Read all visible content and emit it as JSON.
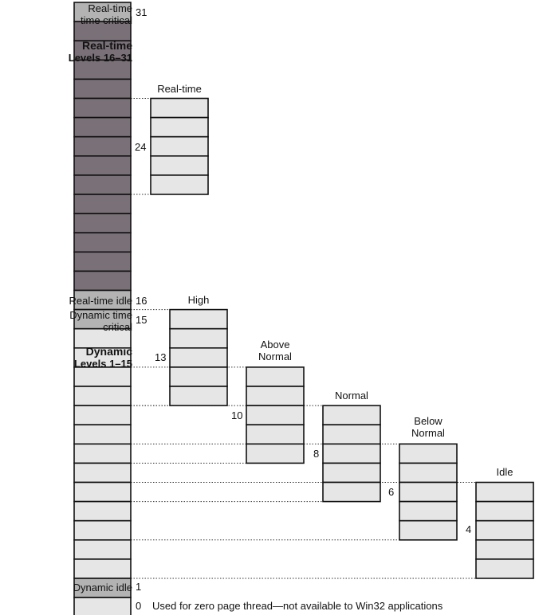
{
  "left_labels": {
    "rt_critical": [
      "Real-time",
      "time critical"
    ],
    "rt_group": [
      "Real-time",
      "Levels 16–31"
    ],
    "rt_idle": "Real-time idle",
    "dyn_critical": [
      "Dynamic time",
      "critical"
    ],
    "dyn_group": [
      "Dynamic",
      "Levels 1–15"
    ],
    "dyn_idle": "Dynamic idle"
  },
  "level_numbers": {
    "n31": "31",
    "n16": "16",
    "n15": "15",
    "n1": "1",
    "n0": "0"
  },
  "zero_note": "Used for zero page thread—not available to Win32 applications",
  "classes": [
    {
      "title": [
        "Real-time"
      ],
      "base": "24",
      "top_level": 26,
      "bottom_level": 22
    },
    {
      "title": [
        "High"
      ],
      "base": "13",
      "top_level": 15,
      "bottom_level": 11
    },
    {
      "title": [
        "Above",
        "Normal"
      ],
      "base": "10",
      "top_level": 12,
      "bottom_level": 8
    },
    {
      "title": [
        "Normal"
      ],
      "base": "8",
      "top_level": 10,
      "bottom_level": 6
    },
    {
      "title": [
        "Below",
        "Normal"
      ],
      "base": "6",
      "top_level": 8,
      "bottom_level": 4
    },
    {
      "title": [
        "Idle"
      ],
      "base": "4",
      "top_level": 6,
      "bottom_level": 2
    }
  ],
  "colors": {
    "realtime_fill": "#7a7178",
    "special_fill": "#b3b3b3",
    "dynamic_fill": "#e6e6e6",
    "stroke": "#111111"
  }
}
